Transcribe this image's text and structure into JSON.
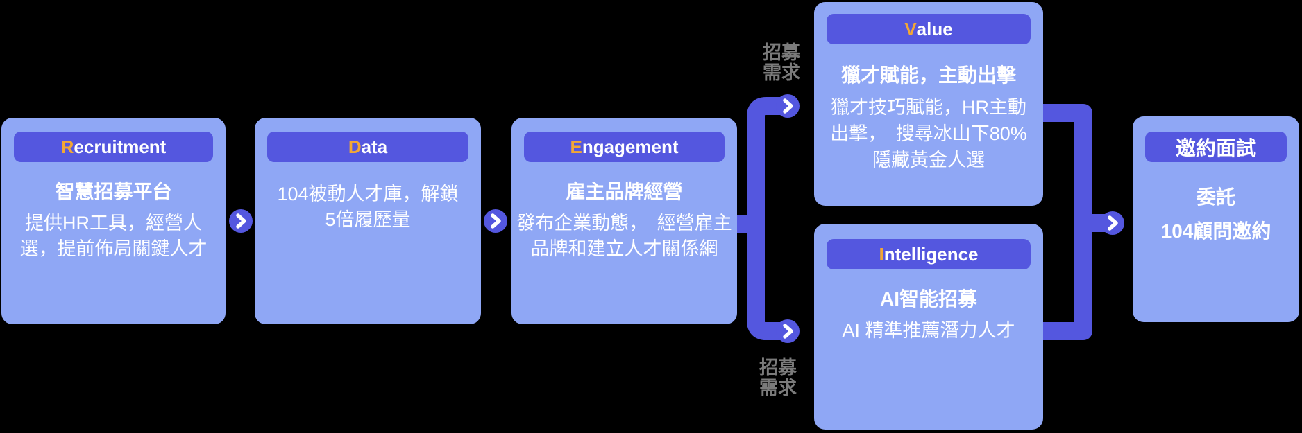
{
  "colors": {
    "canvas_bg": "#000000",
    "card_bg": "#8FA7F5",
    "pill": "#5457DF",
    "accent": "#F2A735",
    "label_gray": "#7B7B7B"
  },
  "icons": {
    "arrow_circle": "chevron-right"
  },
  "cards": [
    {
      "id": "recruitment",
      "header": {
        "accent": "R",
        "rest": "ecruitment"
      },
      "title": "智慧招募平台",
      "body": [
        "提供HR工具，經營人",
        "選，提前佈局關鍵人才"
      ]
    },
    {
      "id": "data",
      "header": {
        "accent": "D",
        "rest": "ata"
      },
      "body": [
        "104被動人才庫，解鎖",
        "5倍履歷量"
      ]
    },
    {
      "id": "engagement",
      "header": {
        "accent": "E",
        "rest": "ngagement"
      },
      "title": "雇主品牌經營",
      "body": [
        "發布企業動態，　經營雇主",
        "品牌和建立人才關係網"
      ]
    },
    {
      "id": "value",
      "header": {
        "accent": "V",
        "rest": "alue"
      },
      "title": "獵才賦能，主動出擊",
      "body": [
        "獵才技巧賦能，HR主動",
        "出擊，　搜尋冰山下80%",
        "隱藏黃金人選"
      ]
    },
    {
      "id": "intelligence",
      "header": {
        "accent": "I",
        "rest": "ntelligence"
      },
      "title": "AI智能招募",
      "body": [
        "AI 精準推薦潛力人才"
      ]
    },
    {
      "id": "interview",
      "header": {
        "accent": "",
        "rest": "邀約面試"
      },
      "body": [
        "委託",
        "104顧問邀約"
      ]
    }
  ],
  "labels": {
    "branch_top": [
      "招募",
      "需求"
    ],
    "branch_bottom": [
      "招募",
      "需求"
    ]
  }
}
